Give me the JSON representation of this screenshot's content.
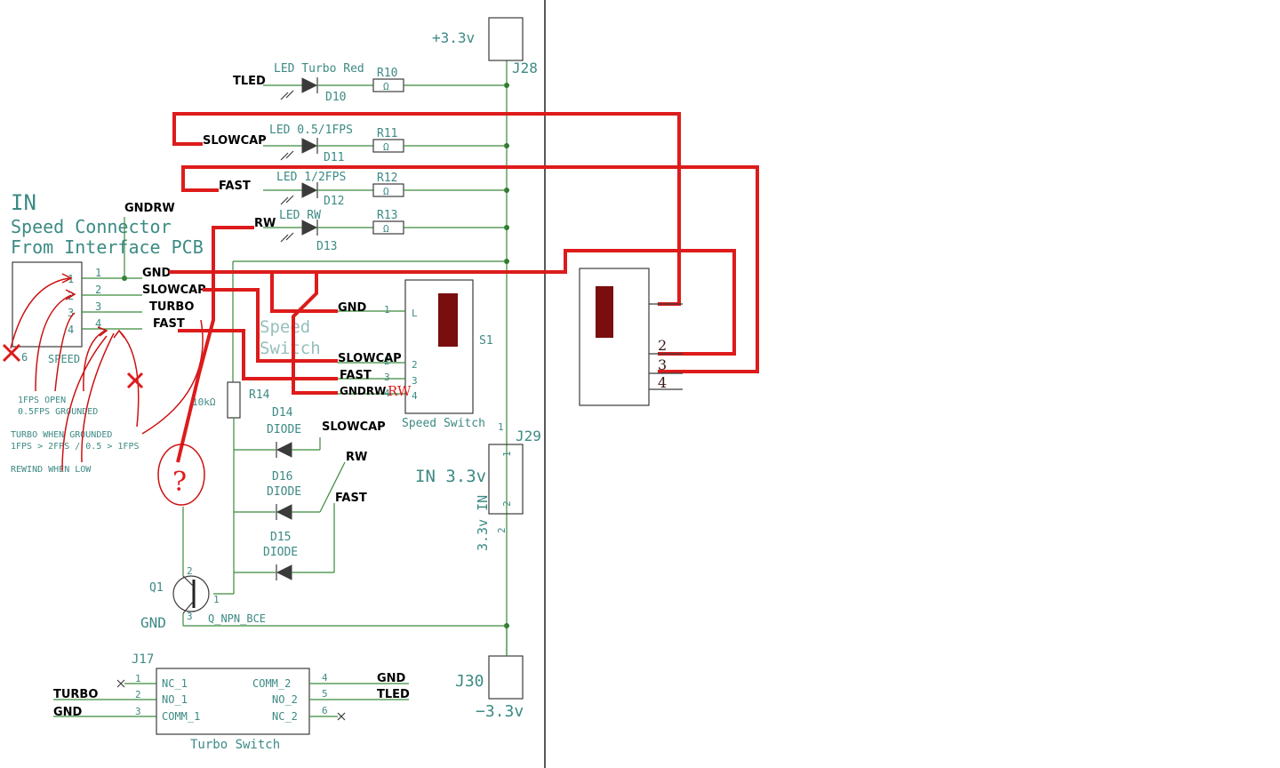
{
  "schematic": {
    "header": {
      "title": "IN",
      "subtitle_line1": "Speed Connector",
      "subtitle_line2": "From Interface PCB"
    },
    "power": {
      "vplus": "+3.3v",
      "vminus": "−3.3v",
      "in_supply": "IN 3.3v",
      "j29_side_label": "3.3v IN",
      "j28": "J28",
      "j29": "J29",
      "j30": "J30"
    },
    "leds": [
      {
        "label": "LED Turbo Red",
        "diode": "D10",
        "resistor": "R10",
        "net": "TLED"
      },
      {
        "label": "LED 0.5/1FPS",
        "diode": "D11",
        "resistor": "R11",
        "net": "SLOWCAP"
      },
      {
        "label": "LED 1/2FPS",
        "diode": "D12",
        "resistor": "R12",
        "net": "FAST"
      },
      {
        "label": "LED RW",
        "diode": "D13",
        "resistor": "R13",
        "net": "RW"
      }
    ],
    "omega": "Ω",
    "gndrw_top": "GNDRW",
    "connector": {
      "name": "SPEED",
      "pin6": "6",
      "pins": [
        "1",
        "2",
        "3",
        "4"
      ],
      "nets": [
        "GND",
        "SLOWCAP",
        "TURBO",
        "FAST"
      ]
    },
    "switch_s1": {
      "ref": "S1",
      "name": "Speed Switch",
      "overlay_line1": "Speed",
      "overlay_line2": "Switch",
      "pins": [
        "1",
        "2",
        "3",
        "4"
      ],
      "pin_letters": [
        "L",
        "2",
        "3",
        "4"
      ],
      "nets": [
        "GND",
        "SLOWCAP",
        "FAST",
        "GNDRW"
      ],
      "red_annotation": "RW"
    },
    "r14": {
      "ref": "R14",
      "value": "10kΩ"
    },
    "diodes": [
      {
        "ref": "D14",
        "type": "DIODE",
        "net": "SLOWCAP"
      },
      {
        "ref": "D16",
        "type": "DIODE",
        "net": "RW"
      },
      {
        "ref": "D15",
        "type": "DIODE",
        "net": "FAST"
      }
    ],
    "transistor": {
      "ref": "Q1",
      "part": "Q_NPN_BCE",
      "gnd": "GND",
      "pin1": "1",
      "pin2": "2",
      "pin3": "3"
    },
    "j17": {
      "ref": "J17",
      "name": "Turbo Switch",
      "left_pins": [
        "1",
        "2",
        "3"
      ],
      "left_labels": [
        "NC_1",
        "NO_1",
        "COMM_1"
      ],
      "left_nets": [
        "",
        "TURBO",
        "GND"
      ],
      "right_pins": [
        "4",
        "5",
        "6"
      ],
      "right_labels": [
        "COMM_2",
        "NO_2",
        "NC_2"
      ],
      "right_nets": [
        "GND",
        "TLED",
        ""
      ]
    },
    "notes": {
      "note1_line1": "1FPS OPEN",
      "note1_line2": "0.5FPS GROUNDED",
      "note2_line1": "TURBO WHEN GROUNDED",
      "note2_line2": "1FPS > 2FPS / 0.5 > 1FPS",
      "note3": "REWIND WHEN LOW",
      "question": "?"
    },
    "new_switch": {
      "pins": [
        "2",
        "3",
        "4"
      ]
    },
    "j29_pins": [
      "1",
      "2"
    ]
  }
}
